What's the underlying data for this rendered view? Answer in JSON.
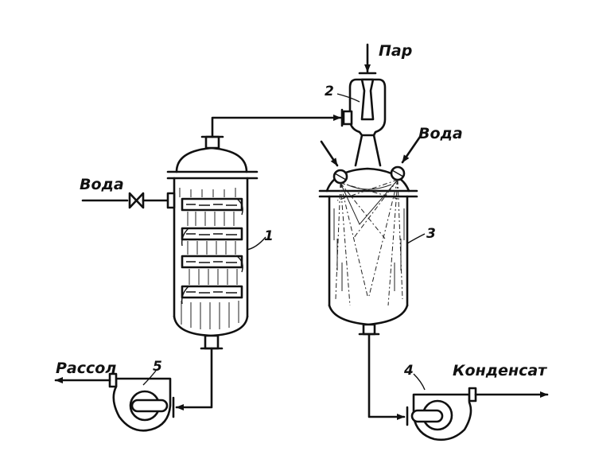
{
  "labels": {
    "steam": "Пар",
    "water_left": "Вода",
    "water_right": "Вода",
    "brine": "Рассол",
    "condensate": "Конденсат"
  },
  "numbers": {
    "n1": "1",
    "n2": "2",
    "n3": "3",
    "n4": "4",
    "n5": "5"
  },
  "colors": {
    "ink": "#111111",
    "background": "#ffffff"
  }
}
